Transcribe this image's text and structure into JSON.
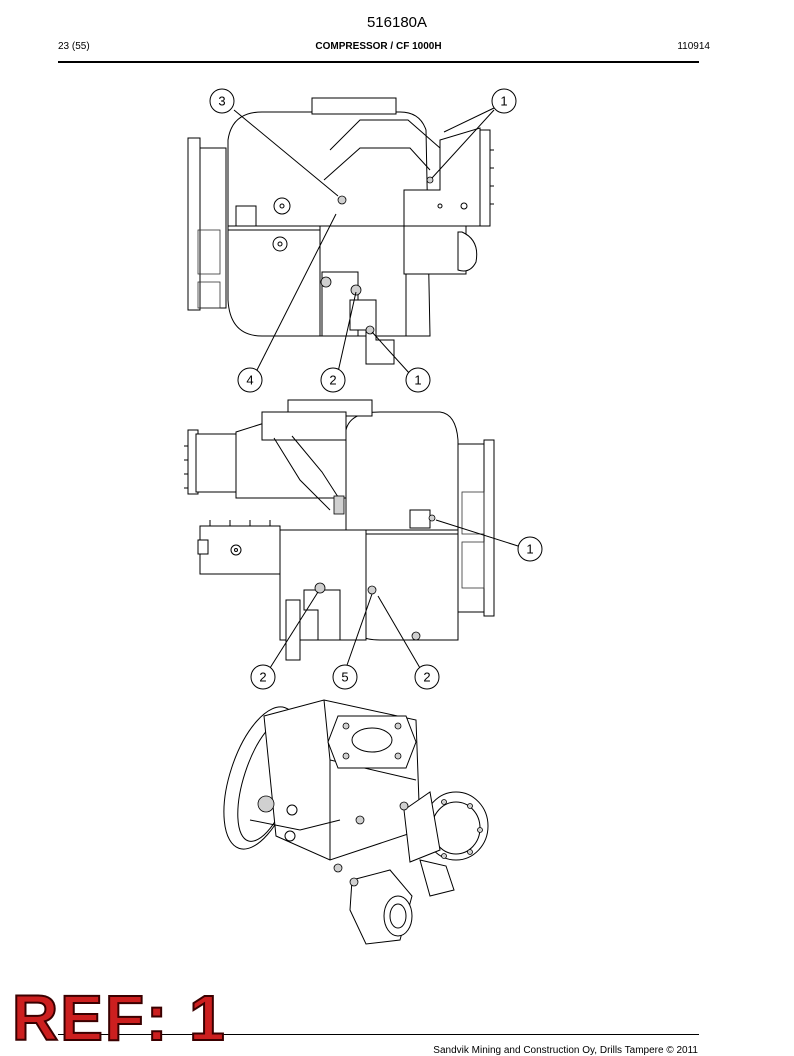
{
  "header": {
    "doc_number": "516180A",
    "page": "23 (55)",
    "title": "COMPRESSOR / CF 1000H",
    "date_code": "110914"
  },
  "figure_top": {
    "callouts": [
      "3",
      "1",
      "4",
      "2",
      "1"
    ]
  },
  "figure_middle": {
    "callouts": [
      "1",
      "2",
      "5",
      "2"
    ]
  },
  "stamp": {
    "text": "REF: 1"
  },
  "footer": {
    "text": "Sandvik Mining and Construction Oy, Drills Tampere © 2011"
  }
}
